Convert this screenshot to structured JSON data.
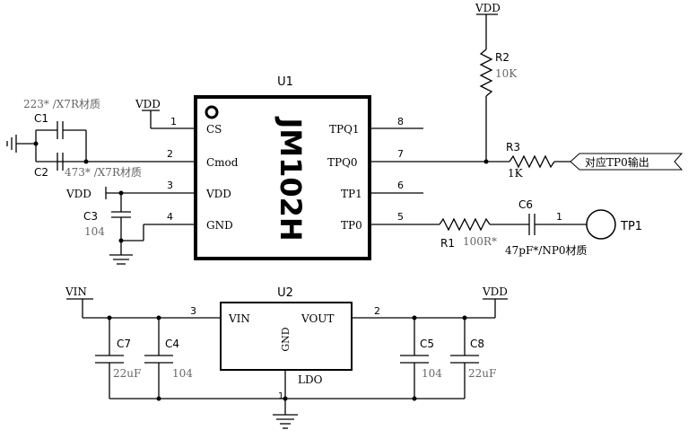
{
  "u1": {
    "ref": "U1",
    "part": "JM102H",
    "pins": [
      {
        "num": "1",
        "name": "CS"
      },
      {
        "num": "2",
        "name": "Cmod"
      },
      {
        "num": "3",
        "name": "VDD"
      },
      {
        "num": "4",
        "name": "GND"
      },
      {
        "num": "5",
        "name": "TP0"
      },
      {
        "num": "6",
        "name": "TP1"
      },
      {
        "num": "7",
        "name": "TPQ0"
      },
      {
        "num": "8",
        "name": "TPQ1"
      }
    ]
  },
  "u2": {
    "ref": "U2",
    "part": "LDO",
    "pins": [
      {
        "num": "3",
        "name": "VIN"
      },
      {
        "num": "2",
        "name": "VOUT"
      },
      {
        "num": "1",
        "name": "GND"
      }
    ]
  },
  "components": {
    "c1": {
      "ref": "C1",
      "value": "223* /X7R材质"
    },
    "c2": {
      "ref": "C2",
      "value": "473* /X7R材质"
    },
    "c3": {
      "ref": "C3",
      "value": "104"
    },
    "c4": {
      "ref": "C4",
      "value": "104"
    },
    "c5": {
      "ref": "C5",
      "value": "104"
    },
    "c6": {
      "ref": "C6",
      "value": "47pF*/NP0材质"
    },
    "c7": {
      "ref": "C7",
      "value": "22uF"
    },
    "c8": {
      "ref": "C8",
      "value": "22uF"
    },
    "r1": {
      "ref": "R1",
      "value": "100R*"
    },
    "r2": {
      "ref": "R2",
      "value": "10K"
    },
    "r3": {
      "ref": "R3",
      "value": "1K"
    },
    "tp1": {
      "ref": "TP1",
      "pin": "1"
    }
  },
  "nets": {
    "vdd_top": "VDD",
    "vdd_cs": "VDD",
    "vdd_pin3": "VDD",
    "vin": "VIN",
    "vdd_out": "VDD",
    "tp0_output": "对应TP0输出"
  }
}
